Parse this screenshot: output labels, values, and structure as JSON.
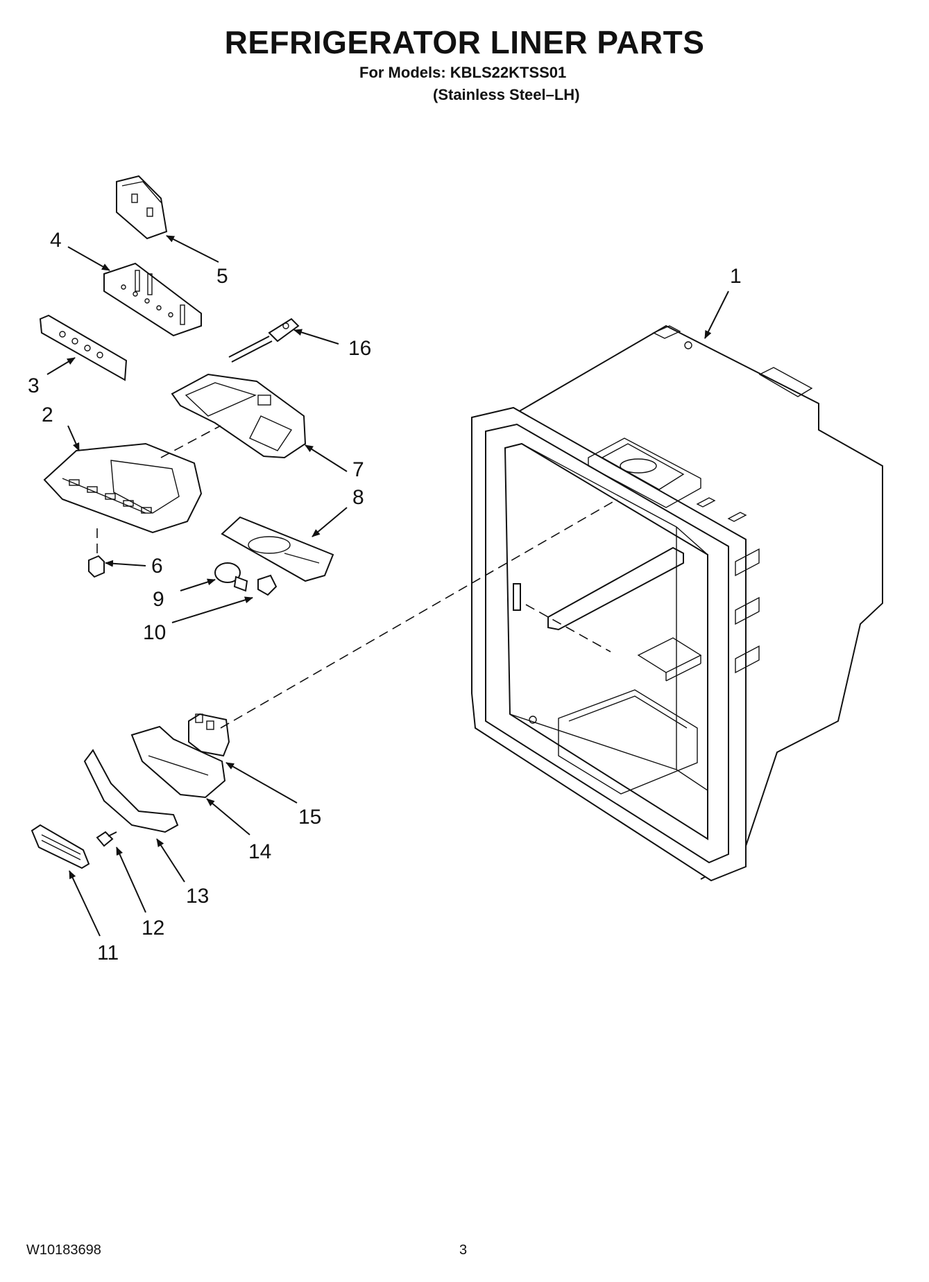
{
  "header": {
    "title": "REFRIGERATOR LINER PARTS",
    "models_line": "For Models: KBLS22KTSS01",
    "variant_line": "(Stainless Steel–LH)"
  },
  "footer": {
    "doc_number": "W10183698",
    "page_number": "3"
  },
  "callouts": [
    "1",
    "2",
    "3",
    "4",
    "5",
    "6",
    "7",
    "8",
    "9",
    "10",
    "11",
    "12",
    "13",
    "14",
    "15",
    "16"
  ]
}
